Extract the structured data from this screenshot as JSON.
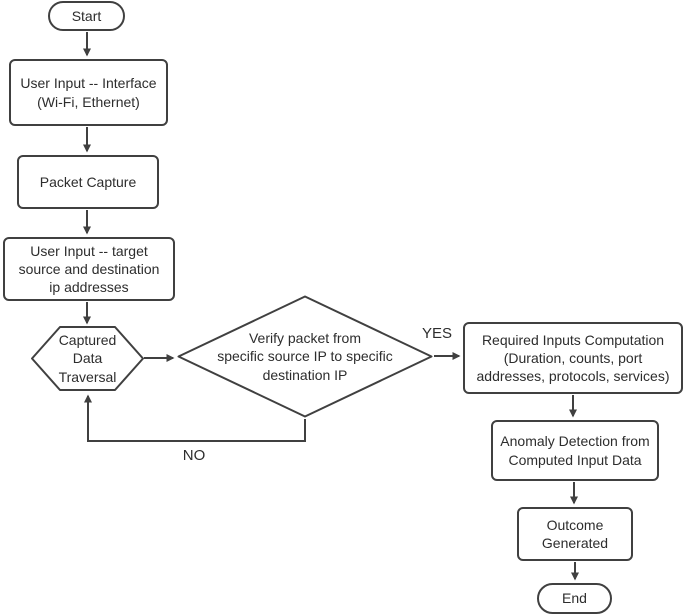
{
  "diagram": {
    "type": "flowchart",
    "colors": {
      "stroke": "#404040",
      "text": "#2d2d2d",
      "background": "#ffffff"
    },
    "nodes": {
      "start": {
        "shape": "terminator",
        "label": "Start",
        "lines": [
          "Start"
        ]
      },
      "user_input_interface": {
        "shape": "process",
        "label": "User Input -- Interface (Wi-Fi, Ethernet)",
        "lines": [
          "User Input -- Interface",
          "(Wi-Fi, Ethernet)"
        ]
      },
      "packet_capture": {
        "shape": "process",
        "label": "Packet Capture",
        "lines": [
          "Packet Capture"
        ]
      },
      "user_input_target": {
        "shape": "process",
        "label": "User Input -- target source and destination ip addresses",
        "lines": [
          "User Input -- target",
          "source and destination",
          "ip addresses"
        ]
      },
      "captured_data_traversal": {
        "shape": "hexagon",
        "label": "Captured Data Traversal",
        "lines": [
          "Captured",
          "Data",
          "Traversal"
        ]
      },
      "verify_packet": {
        "shape": "decision",
        "label": "Verify packet from specific source IP to specific destination IP",
        "lines": [
          "Verify packet from",
          "specific source IP to specific",
          "destination IP"
        ]
      },
      "required_inputs": {
        "shape": "process",
        "label": "Required Inputs Computation (Duration, counts, port addresses, protocols, services)",
        "lines": [
          "Required Inputs Computation",
          "(Duration, counts, port",
          "addresses, protocols, services)"
        ]
      },
      "anomaly_detection": {
        "shape": "process",
        "label": "Anomaly Detection from Computed Input Data",
        "lines": [
          "Anomaly Detection from",
          "Computed Input Data"
        ]
      },
      "outcome_generated": {
        "shape": "process",
        "label": "Outcome Generated",
        "lines": [
          "Outcome",
          "Generated"
        ]
      },
      "end": {
        "shape": "terminator",
        "label": "End",
        "lines": [
          "End"
        ]
      }
    },
    "edges": [
      {
        "from": "start",
        "to": "user_input_interface",
        "label": ""
      },
      {
        "from": "user_input_interface",
        "to": "packet_capture",
        "label": ""
      },
      {
        "from": "packet_capture",
        "to": "user_input_target",
        "label": ""
      },
      {
        "from": "user_input_target",
        "to": "captured_data_traversal",
        "label": ""
      },
      {
        "from": "captured_data_traversal",
        "to": "verify_packet",
        "label": ""
      },
      {
        "from": "verify_packet",
        "to": "required_inputs",
        "label": "YES"
      },
      {
        "from": "verify_packet",
        "to": "captured_data_traversal",
        "label": "NO"
      },
      {
        "from": "required_inputs",
        "to": "anomaly_detection",
        "label": ""
      },
      {
        "from": "anomaly_detection",
        "to": "outcome_generated",
        "label": ""
      },
      {
        "from": "outcome_generated",
        "to": "end",
        "label": ""
      }
    ]
  }
}
